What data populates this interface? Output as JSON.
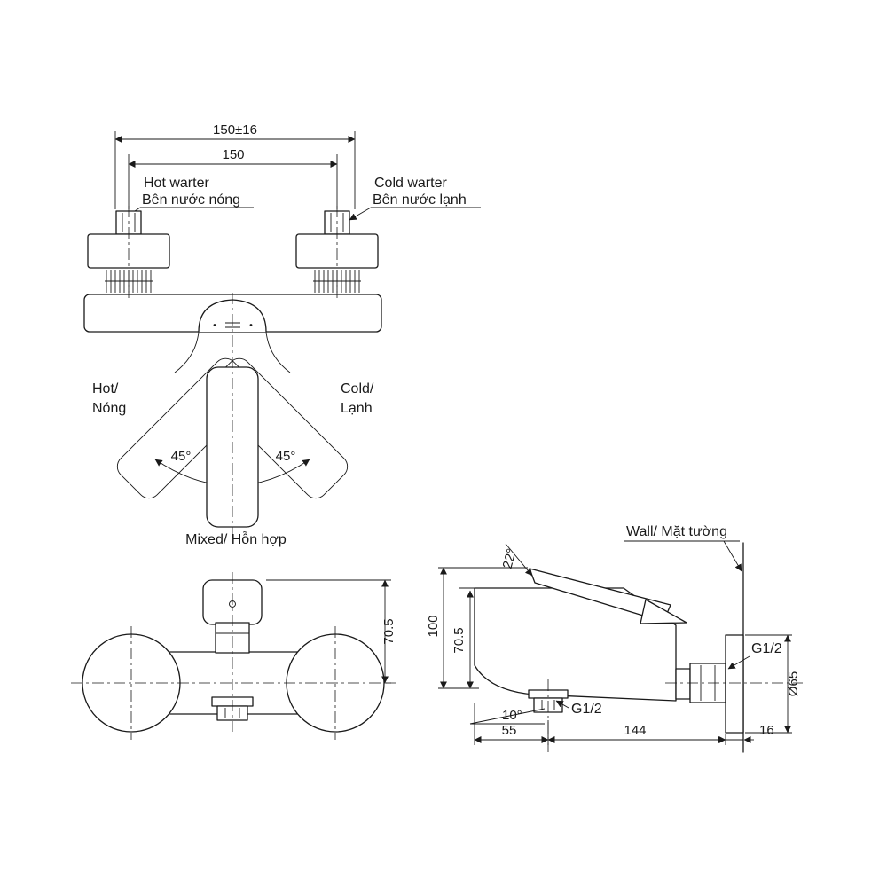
{
  "colors": {
    "ink": "#1a1a1a",
    "bg": "#ffffff"
  },
  "top_view": {
    "dim_width_tol": "150±16",
    "dim_width": "150",
    "hot_inlet": {
      "en": "Hot warter",
      "vi": "Bên nước nóng"
    },
    "cold_inlet": {
      "en": "Cold warter",
      "vi": "Bên nước lạnh"
    },
    "hot_dir": {
      "en": "Hot/",
      "vi": "Nóng"
    },
    "cold_dir": {
      "en": "Cold/",
      "vi": "Lạnh"
    },
    "swing_left": "45°",
    "swing_right": "45°",
    "mixed": "Mixed/ Hỗn hợp"
  },
  "front_view": {
    "dim_height": "70.5"
  },
  "side_view": {
    "wall": "Wall/ Mặt tường",
    "dim_total_height": "100",
    "dim_body_height": "70.5",
    "lever_angle": "22°",
    "spout_angle": "10°",
    "dim_spout_offset": "55",
    "dim_wall_distance": "144",
    "dim_flange_thickness": "16",
    "thread_bottom": "G1/2",
    "thread_wall": "G1/2",
    "flange_diameter": "Ø65"
  }
}
